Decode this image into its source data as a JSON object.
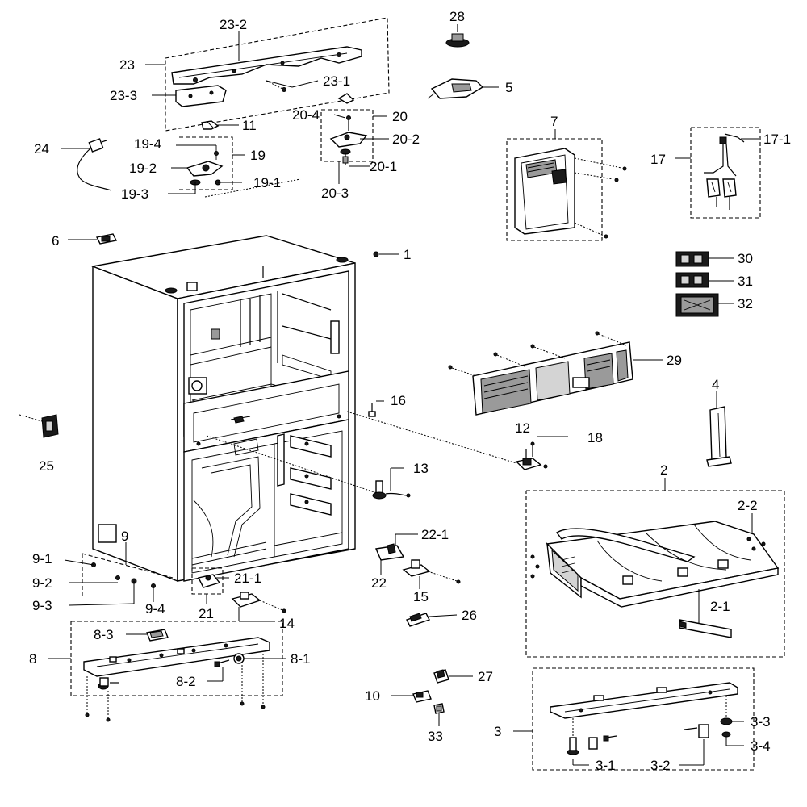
{
  "labels": {
    "l1": "1",
    "l2": "2",
    "l2_1": "2-1",
    "l2_2": "2-2",
    "l3": "3",
    "l3_1": "3-1",
    "l3_2": "3-2",
    "l3_3": "3-3",
    "l3_4": "3-4",
    "l4": "4",
    "l5": "5",
    "l6": "6",
    "l7": "7",
    "l8": "8",
    "l8_1": "8-1",
    "l8_2": "8-2",
    "l8_3": "8-3",
    "l9": "9",
    "l9_1": "9-1",
    "l9_2": "9-2",
    "l9_3": "9-3",
    "l9_4": "9-4",
    "l10": "10",
    "l11": "11",
    "l12": "12",
    "l13": "13",
    "l14": "14",
    "l15": "15",
    "l16": "16",
    "l17": "17",
    "l17_1": "17-1",
    "l18": "18",
    "l19": "19",
    "l19_1": "19-1",
    "l19_2": "19-2",
    "l19_3": "19-3",
    "l19_4": "19-4",
    "l20": "20",
    "l20_1": "20-1",
    "l20_2": "20-2",
    "l20_3": "20-3",
    "l20_4": "20-4",
    "l21": "21",
    "l21_1": "21-1",
    "l22": "22",
    "l22_1": "22-1",
    "l23": "23",
    "l23_1": "23-1",
    "l23_2": "23-2",
    "l23_3": "23-3",
    "l24": "24",
    "l25": "25",
    "l26": "26",
    "l27": "27",
    "l28": "28",
    "l29": "29",
    "l30": "30",
    "l31": "31",
    "l32": "32",
    "l33": "33"
  }
}
